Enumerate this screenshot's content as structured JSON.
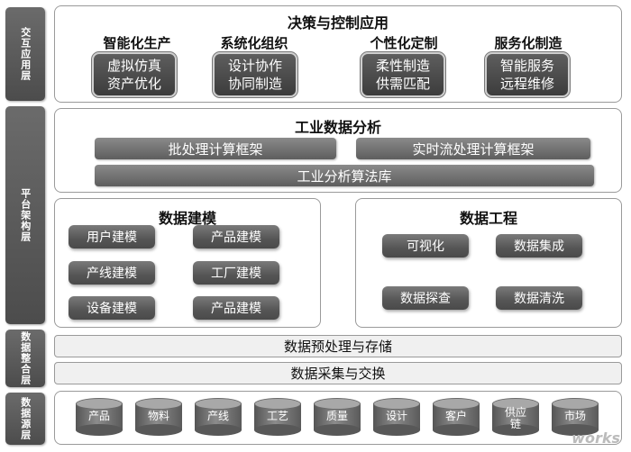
{
  "layers": {
    "interaction": "交互应用层",
    "platform": "平台架构层",
    "integration": "数据整合层",
    "source": "数据源层"
  },
  "decision": {
    "title": "决策与控制应用",
    "groups": [
      {
        "name": "智能化生产",
        "items": [
          "虚拟仿真",
          "资产优化"
        ]
      },
      {
        "name": "系统化组织",
        "items": [
          "设计协作",
          "协同制造"
        ]
      },
      {
        "name": "个性化定制",
        "items": [
          "柔性制造",
          "供需匹配"
        ]
      },
      {
        "name": "服务化制造",
        "items": [
          "智能服务",
          "远程维修"
        ]
      }
    ]
  },
  "analysis": {
    "title": "工业数据分析",
    "batch": "批处理计算框架",
    "stream": "实时流处理计算框架",
    "algo": "工业分析算法库"
  },
  "modeling": {
    "title": "数据建模",
    "items": [
      "用户建模",
      "产品建模",
      "产线建模",
      "工厂建模",
      "设备建模",
      "产品建模"
    ]
  },
  "engineering": {
    "title": "数据工程",
    "items": [
      "可视化",
      "数据集成",
      "数据探查",
      "数据清洗"
    ]
  },
  "integration": {
    "preprocess": "数据预处理与存储",
    "collect": "数据采集与交换"
  },
  "sources": [
    "产品",
    "物料",
    "产线",
    "工艺",
    "质量",
    "设计",
    "客户",
    "供应链",
    "市场"
  ],
  "logo": "works"
}
